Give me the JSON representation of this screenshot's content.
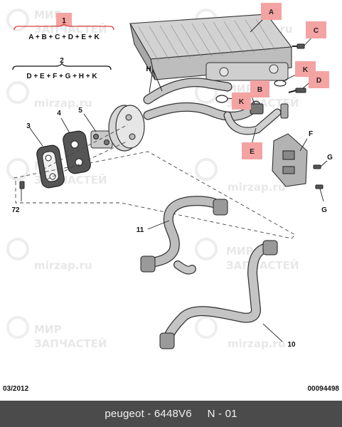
{
  "watermarks": [
    {
      "text": "МИР"
    },
    {
      "text": "ЗАПЧАСТЕЙ"
    },
    {
      "text": "mirzap.ru"
    }
  ],
  "formulas": {
    "f1_number": "1",
    "f1_text": "A + B + C + D + E + K",
    "f2_number": "2",
    "f2_text": "D + E + F + G + H + K"
  },
  "callouts": {
    "A": "A",
    "B": "B",
    "C": "C",
    "D": "D",
    "E": "E",
    "K1": "K",
    "K2": "K"
  },
  "labels": {
    "H": "H",
    "F": "F",
    "G1": "G",
    "G2": "G",
    "n3": "3",
    "n4": "4",
    "n5": "5",
    "n72": "72",
    "n11": "11",
    "n10": "10"
  },
  "footer_meta": {
    "date": "03/2012",
    "doc_number": "00094498"
  },
  "bar": {
    "text": "peugeot - 6448V6     N - 01"
  },
  "colors": {
    "callout_fill": "#f4a3a3",
    "callout_text": "#222222",
    "bar_bg": "#4b4b4b",
    "bar_text": "#f2f2f2",
    "formula_underline": "#d94040"
  }
}
